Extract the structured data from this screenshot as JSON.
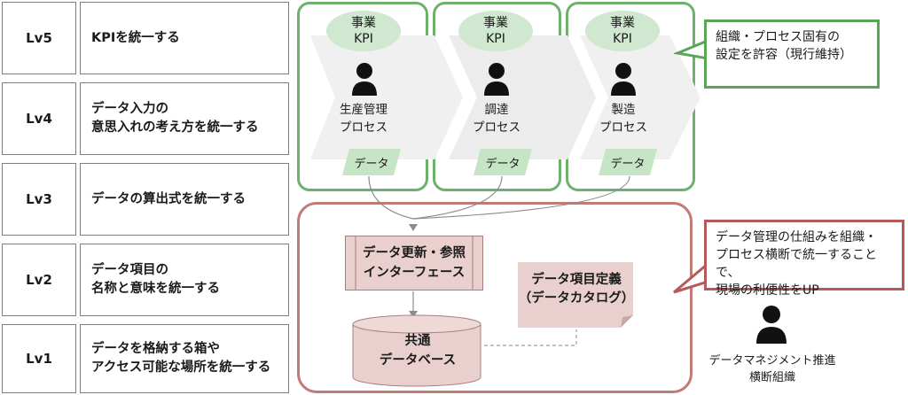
{
  "levels": [
    {
      "label": "Lv5",
      "description": "KPIを統一する"
    },
    {
      "label": "Lv4",
      "description": "データ入力の\n意思入れの考え方を統一する"
    },
    {
      "label": "Lv3",
      "description": "データの算出式を統一する"
    },
    {
      "label": "Lv2",
      "description": "データ項目の\n名称と意味を統一する"
    },
    {
      "label": "Lv1",
      "description": "データを格納する箱や\nアクセス可能な場所を統一する"
    }
  ],
  "processes": [
    {
      "kpi": "事業\nKPI",
      "name": "生産管理\nプロセス",
      "data": "データ"
    },
    {
      "kpi": "事業\nKPI",
      "name": "調達\nプロセス",
      "data": "データ"
    },
    {
      "kpi": "事業\nKPI",
      "name": "製造\nプロセス",
      "data": "データ"
    }
  ],
  "callout_top": "組織・プロセス固有の\n設定を許容（現行維持）",
  "callout_bottom": "データ管理の仕組みを組織・\nプロセス横断で統一することで、\n現場の利便性をUP",
  "interface": "データ更新・参照\nインターフェース",
  "catalog": "データ項目定義\n（データカタログ）",
  "database": "共通\nデータベース",
  "org": "データマネジメント推進\n横断組織",
  "colors": {
    "green_border": "#6db16b",
    "green_fill": "#cfe8cf",
    "red_border": "#c07a77",
    "red_fill": "#e9cfcd",
    "grey_arrow": "#f0f0f0"
  }
}
